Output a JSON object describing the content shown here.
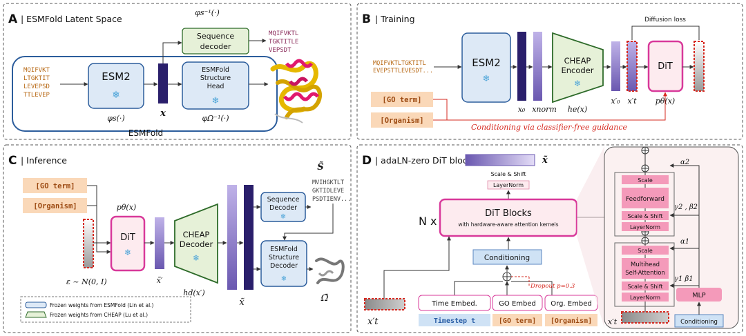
{
  "panel_a": {
    "letter": "A",
    "title": "| ESMFold Latent Space",
    "phi_s_inv": "φs⁻¹(·)",
    "seq_decoder": [
      "Sequence",
      "decoder"
    ],
    "out_seq": [
      "MQIFVKTL",
      "TGKTITLE",
      "VEPSDT"
    ],
    "in_seq": [
      "MQIFVKT",
      "LTGKTIT",
      "LEVEPSD",
      "TTLEVEP"
    ],
    "esm2": "ESM2",
    "head": [
      "ESMFold",
      "Structure",
      "Head"
    ],
    "phi_s": "φs(·)",
    "x": "x",
    "phi_omega_inv": "φΩ⁻¹(·)",
    "esmfold": "ESMFold"
  },
  "panel_b": {
    "letter": "B",
    "title": "| Training",
    "diff_loss": "Diffusion loss",
    "in_seq": [
      "MQIFVKTLTGKTITL",
      "EVEPSTTLEVESDT..."
    ],
    "esm2": "ESM2",
    "encoder": [
      "CHEAP",
      "Encoder"
    ],
    "dit": "DiT",
    "go_term": "[GO term]",
    "organism": "[Organism]",
    "x0": "x₀",
    "xnorm": "xnorm",
    "he": "he(x)",
    "x0p": "x′₀",
    "xtp": "x′t",
    "ptheta": "pθ(x)",
    "conditioning": "Conditioning via classifier-free guidance"
  },
  "panel_c": {
    "letter": "C",
    "title": "| Inference",
    "go_term": "[GO term]",
    "organism": "[Organism]",
    "ptheta": "pθ(x)",
    "dit": "DiT",
    "decoder": [
      "CHEAP",
      "Decoder"
    ],
    "seq_decoder": [
      "Sequence",
      "Decoder"
    ],
    "head": [
      "ESMFold",
      "Structure",
      "Decoder"
    ],
    "s_tilde": "S̃",
    "out_seq": [
      "MVIHGKTLT",
      "GKTIDLEVE",
      "PSDTIENV..."
    ],
    "eps": "ε ~ N(0, I)",
    "xp_tilde": "x̃′",
    "hd": "hd(x′)",
    "x_tilde": "x̃",
    "omega_tilde": "Ω̃",
    "legend": [
      "Frozen weights from ESMFold (Lin et al.)",
      "Frozen weights from CHEAP (Lu et al.)"
    ]
  },
  "panel_d": {
    "letter": "D",
    "title": "| adaLN-zero DiT block",
    "x_tilde": "x̃",
    "scale_shift": "Scale & Shift",
    "layernorm": "LayerNorm",
    "nx": "N x",
    "dit_blocks": "DiT Blocks",
    "dit_blocks_sub": "with hardware-aware attention kernels",
    "conditioning": "Conditioning",
    "dropout": "Dropout p=0.3",
    "time_embed": "Time Embed.",
    "go_embed": "GO Embed",
    "org_embed": "Org. Embed",
    "timestep": "Timestep t",
    "go_term": "[GO term]",
    "organism": "[Organism]",
    "xtp": "x′t",
    "block": {
      "scale": "Scale",
      "feedforward": "Feedforward",
      "scale_shift": "Scale & Shift",
      "layernorm": "LayerNorm",
      "mhsa": [
        "Multihead",
        "Self-Attention"
      ],
      "mlp": "MLP",
      "conditioning": "Conditioning",
      "alpha2": "α2",
      "gb2": "γ2 , β2",
      "alpha1": "α1",
      "gb1": "γ1 β1",
      "xtp": "x′t"
    }
  },
  "colors": {
    "esm_fill": "#dde9f6",
    "esm_stroke": "#2c5d9c",
    "cheap_fill": "#e6f1d8",
    "cheap_stroke": "#2e6b2a",
    "dit_fill": "#fdebef",
    "dit_stroke": "#d8399a",
    "seq_orange": "#b86a17",
    "seq_purple": "#8a2b5a",
    "cond_fill": "#fad8b8",
    "cond_text": "#9c4a12",
    "latent_dark": "#2a1f6b",
    "latent_mid": "#8f80c8",
    "latent_light": "#d8d0ef",
    "red": "#d6281f",
    "pink_block": "#f49aba",
    "timestep_fill": "#cfe2f5",
    "timestep_text": "#2a5ea6"
  }
}
